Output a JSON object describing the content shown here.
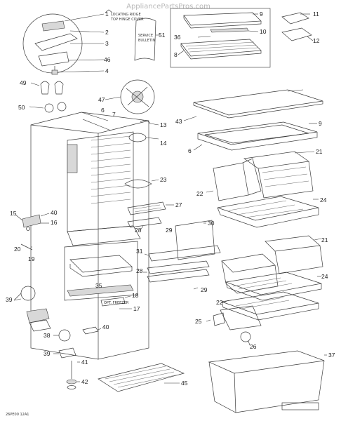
{
  "watermark": "AppliancePartsPros.com",
  "insert_text": {
    "locating_ridge": "LOCATING RIDGE",
    "top_hinge_cover": "TOP HINGE COVER",
    "service_bulletin_1": "SERVICE",
    "service_bulletin_2": "BULLETIN"
  },
  "bottom_ref": "26PE00 12A1",
  "small_tag": "OPT. FREEZER",
  "labels": [
    "1",
    "2",
    "3",
    "46",
    "4",
    "51",
    "9",
    "10",
    "36",
    "8",
    "11",
    "12",
    "49",
    "50",
    "47",
    "6",
    "7",
    "13",
    "14",
    "43",
    "6",
    "9",
    "21",
    "22",
    "23",
    "24",
    "27",
    "28",
    "30",
    "29",
    "15",
    "40",
    "16",
    "20",
    "19",
    "21",
    "31",
    "28",
    "35",
    "22",
    "29",
    "24",
    "39",
    "18",
    "17",
    "25",
    "26",
    "40",
    "38",
    "39",
    "41",
    "42",
    "45",
    "37"
  ]
}
